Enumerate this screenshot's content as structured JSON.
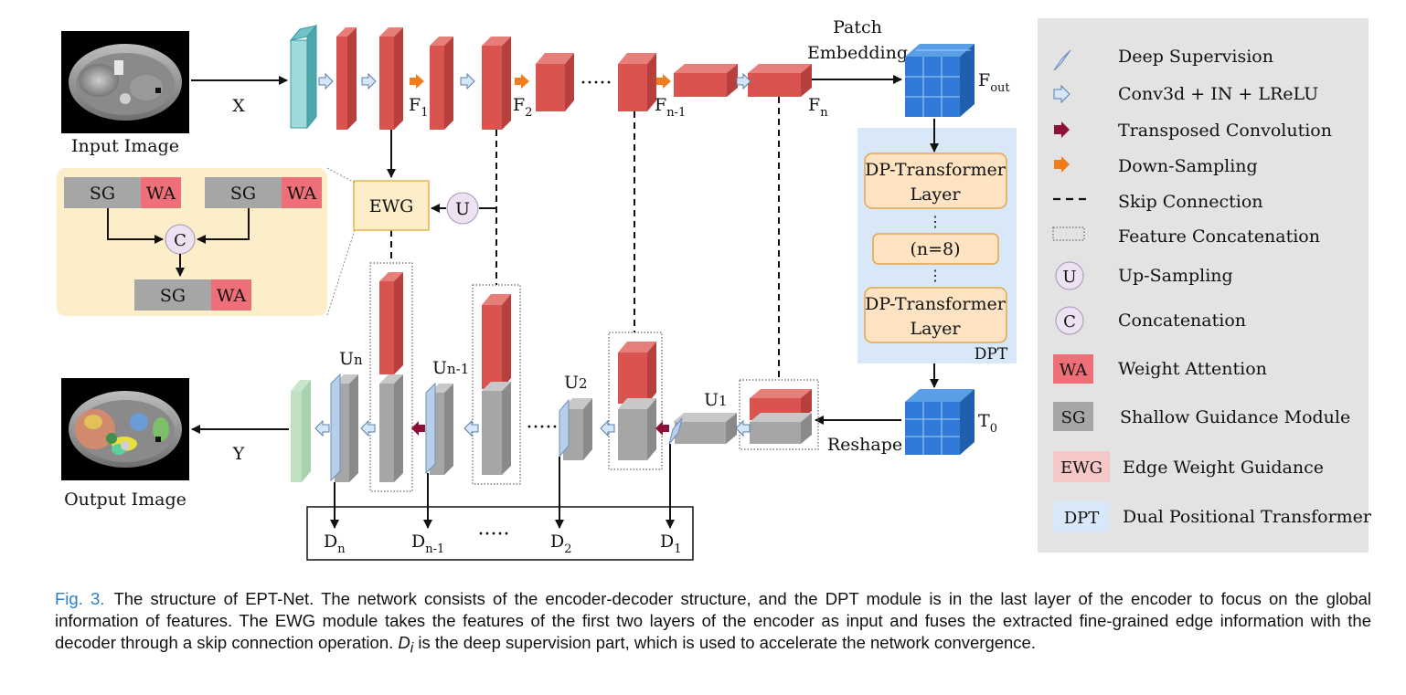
{
  "colors": {
    "encoder_block": "#d9534f",
    "decoder_block": "#a6a6a6",
    "deep_supervision": "#b8cfe9",
    "conv_arrow": "#d5e6f7",
    "transposed_conv_arrow": "#8e1036",
    "down_sampling_arrow": "#f07c1b",
    "ewg_fill": "#fbeec8",
    "dpt_fill": "#d8e8f8",
    "transformer_layer_fill": "#fde3c2",
    "legend_panel": "#e3e3e3",
    "circle_fill": "#ece2f1",
    "sg_fill": "#a6a6a6",
    "wa_fill": "#ee6f78",
    "caption_label": "#2d7fc1"
  },
  "diagram": {
    "input_label": "Input Image",
    "output_label": "Output Image",
    "x_label": "X",
    "y_label": "Y",
    "encoder_features": [
      {
        "base": "F",
        "sub": "1"
      },
      {
        "base": "F",
        "sub": "2"
      },
      {
        "base": "F",
        "sub": "n-1"
      },
      {
        "base": "F",
        "sub": "n"
      }
    ],
    "ellipsis": "·····",
    "patch_embedding_line1": "Patch",
    "patch_embedding_line2": "Embedding",
    "fout": {
      "base": "F",
      "sub": "out"
    },
    "t0": {
      "base": "T",
      "sub": "0"
    },
    "reshape": "Reshape",
    "dpt_layer_line1": "DP-Transformer",
    "dpt_layer_line2": "Layer",
    "dpt_n": "(n=8)",
    "dpt_dots": "⋮",
    "dpt_label": "DPT",
    "ewg_label": "EWG",
    "u_label": "U",
    "c_label": "C",
    "sg_label": "SG",
    "wa_label": "WA",
    "decoder_labels": [
      {
        "base": "U",
        "sub": "n"
      },
      {
        "base": "U",
        "sub": "n-1"
      },
      {
        "base": "U",
        "sub": "2"
      },
      {
        "base": "U",
        "sub": "1"
      }
    ],
    "ds_outputs": [
      {
        "base": "D",
        "sub": "n"
      },
      {
        "base": "D",
        "sub": "n-1"
      },
      {
        "base": "D",
        "sub": "2"
      },
      {
        "base": "D",
        "sub": "1"
      }
    ],
    "ds_ellipsis": "·····"
  },
  "legend": {
    "items": [
      {
        "icon": "deep-supervision-icon",
        "label": "Deep Supervision"
      },
      {
        "icon": "conv-arrow-icon",
        "label": "Conv3d + IN + LReLU"
      },
      {
        "icon": "transposed-conv-arrow-icon",
        "label": "Transposed Convolution"
      },
      {
        "icon": "down-sampling-arrow-icon",
        "label": "Down-Sampling"
      },
      {
        "icon": "skip-connection-icon",
        "label": "Skip Connection"
      },
      {
        "icon": "feature-concat-icon",
        "label": "Feature Concatenation"
      },
      {
        "icon": "up-sampling-icon",
        "label": "Up-Sampling",
        "text": "U"
      },
      {
        "icon": "concatenation-icon",
        "label": "Concatenation",
        "text": "C"
      },
      {
        "icon": "weight-attention-icon",
        "label": "Weight Attention",
        "text": "WA"
      },
      {
        "icon": "shallow-guidance-icon",
        "label": "Shallow Guidance Module",
        "text": "SG"
      },
      {
        "icon": "edge-weight-guidance-icon",
        "label": "Edge Weight Guidance",
        "text": "EWG"
      },
      {
        "icon": "dual-positional-transformer-icon",
        "label": "Dual Positional Transformer",
        "text": "DPT"
      }
    ]
  },
  "caption": {
    "label": "Fig. 3.",
    "text_part1": "The structure of EPT-Net. The network consists of the encoder-decoder structure, and the DPT module is in the last layer of the encoder to focus on the global information of features. The EWG module takes the features of the first two layers of the encoder as input and fuses the extracted fine-grained edge information with the decoder through a skip connection operation. ",
    "math": "D",
    "math_sub": "i",
    "text_part2": " is the deep supervision part, which is used to accelerate the network convergence."
  }
}
